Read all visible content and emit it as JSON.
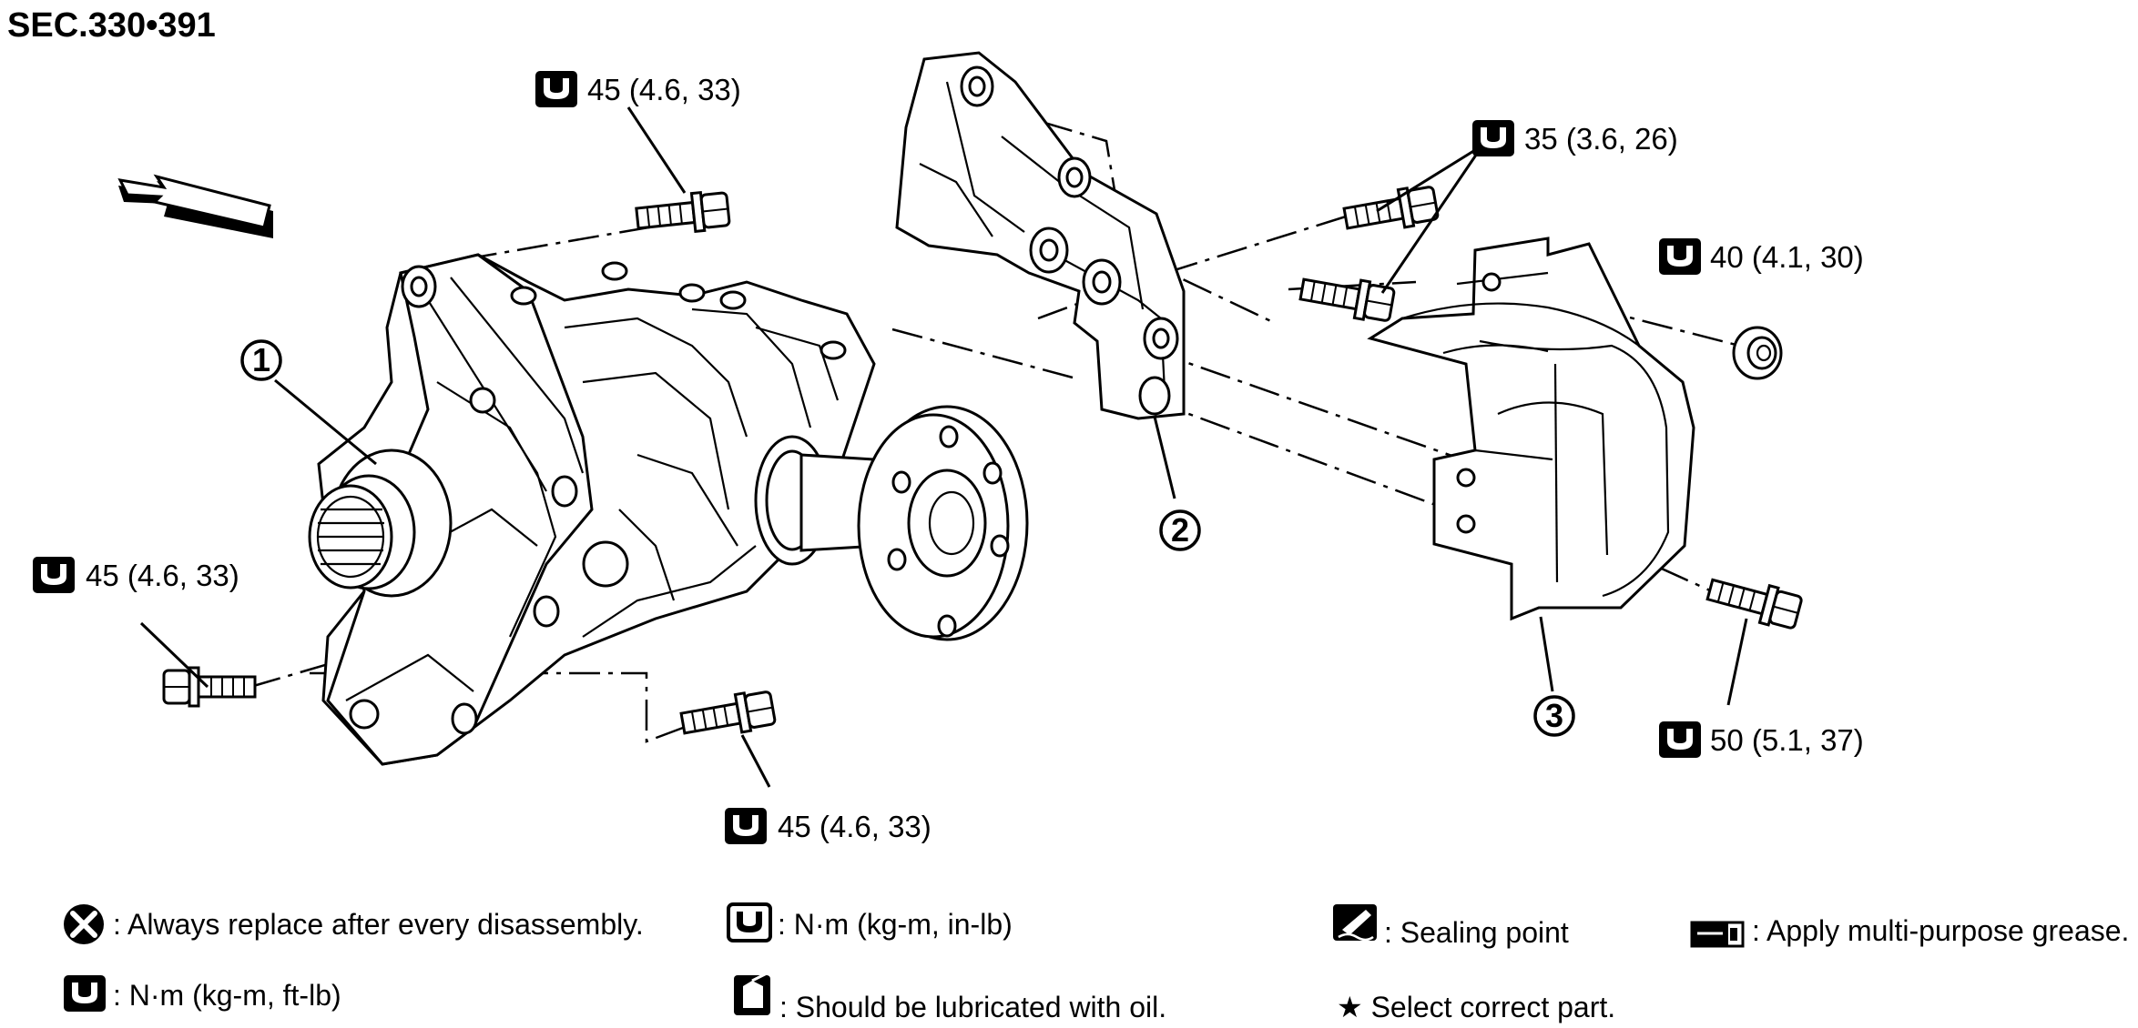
{
  "section": "SEC.330•391",
  "callouts": {
    "part1": "1",
    "part2": "2",
    "part3": "3"
  },
  "torques": {
    "top_bolt": "45 (4.6, 33)",
    "bracket_bolts": "35 (3.6, 26)",
    "mount_nut": "40 (4.1, 30)",
    "left_bolt": "45 (4.6, 33)",
    "lower_bolt": "45 (4.6, 33)",
    "mount_bolt": "50 (5.1, 37)"
  },
  "legend": {
    "replace": ": Always replace after every disassembly.",
    "torque_ftlb": ": N·m (kg-m, ft-lb)",
    "torque_inlb": ": N·m (kg-m, in-lb)",
    "lubricate_oil": ": Should be lubricated with oil.",
    "sealing": ": Sealing point",
    "select_part": "★ Select correct part.",
    "grease": ": Apply multi-purpose grease."
  }
}
